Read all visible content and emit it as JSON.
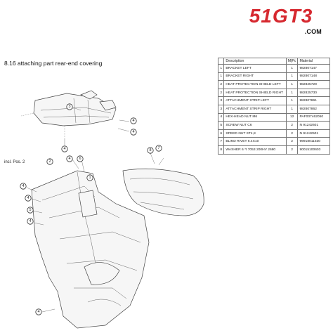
{
  "logo": {
    "main": "51GT3",
    "sub": ".COM",
    "color": "#d6282f"
  },
  "section": {
    "title": "8.16  attaching part rear-end covering"
  },
  "drawing": {
    "note": "incl. Pos. 2",
    "callouts": [
      "3",
      "4",
      "4",
      "4",
      "4",
      "2",
      "6",
      "8",
      "7",
      "1",
      "4",
      "4",
      "5",
      "4",
      "4"
    ]
  },
  "table": {
    "headers": {
      "pos": "",
      "desc": "Description",
      "qty": "M|Pc",
      "mat": "Material"
    },
    "rows": [
      {
        "pos": "1",
        "desc": "BRACKET LEFT",
        "qty": "1",
        "mat": "982807147"
      },
      {
        "pos": "1",
        "desc": "BRACKET RIGHT",
        "qty": "1",
        "mat": "982807148"
      },
      {
        "pos": "2",
        "desc": "HEAT PROTECTION SHIELD LEFT",
        "qty": "1",
        "mat": "982825729"
      },
      {
        "pos": "2",
        "desc": "HEAT PROTECTION SHIELD RIGHT",
        "qty": "1",
        "mat": "982825730"
      },
      {
        "pos": "3",
        "desc": "ATTACHMENT STRIP LEFT",
        "qty": "1",
        "mat": "982807861"
      },
      {
        "pos": "3",
        "desc": "ATTACHMENT STRIP RIGHT",
        "qty": "1",
        "mat": "982807862"
      },
      {
        "pos": "4",
        "desc": "HEX-HEAD NUT M6",
        "qty": "12",
        "mat": "PAF007462050"
      },
      {
        "pos": "5",
        "desc": "SCREW NUT C6",
        "qty": "2",
        "mat": "N 91242601"
      },
      {
        "pos": "6",
        "desc": "SPEED NUT ST4,8",
        "qty": "2",
        "mat": "N 91242501"
      },
      {
        "pos": "7",
        "desc": "BLIND RIVET 6.4X10",
        "qty": "2",
        "mat": "99918011530"
      },
      {
        "pos": "8",
        "desc": "WASHER 6 *t 7053 200HV 2680",
        "qty": "2",
        "mat": "90015100603"
      }
    ]
  }
}
